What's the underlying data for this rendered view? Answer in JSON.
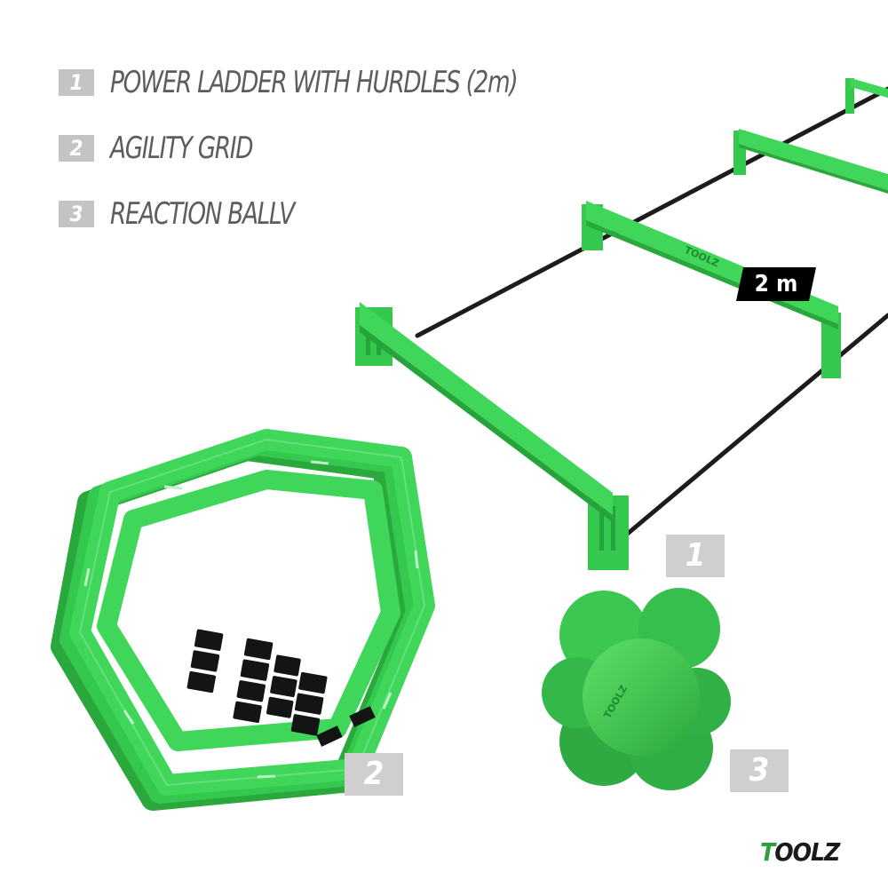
{
  "legend": {
    "items": [
      {
        "number": "1",
        "label": "POWER LADDER WITH HURDLES (2m)"
      },
      {
        "number": "2",
        "label": "AGILITY GRID"
      },
      {
        "number": "3",
        "label": "REACTION BALLV"
      }
    ]
  },
  "distance_label": "2 m",
  "product_tags": {
    "ladder": "1",
    "grid": "2",
    "ball": "3"
  },
  "hurdle_brand_mark": "TOOLZ",
  "ball_brand_mark": "TOOLZ",
  "brand": {
    "part1": "T",
    "part2": "OOLZ"
  },
  "colors": {
    "product_green": "#3fd65a",
    "product_green_dark": "#22a63a",
    "ladder_strap": "#1c1c1c",
    "tag_gray": "#cfcfcf",
    "text_gray": "#5d5d5d"
  }
}
